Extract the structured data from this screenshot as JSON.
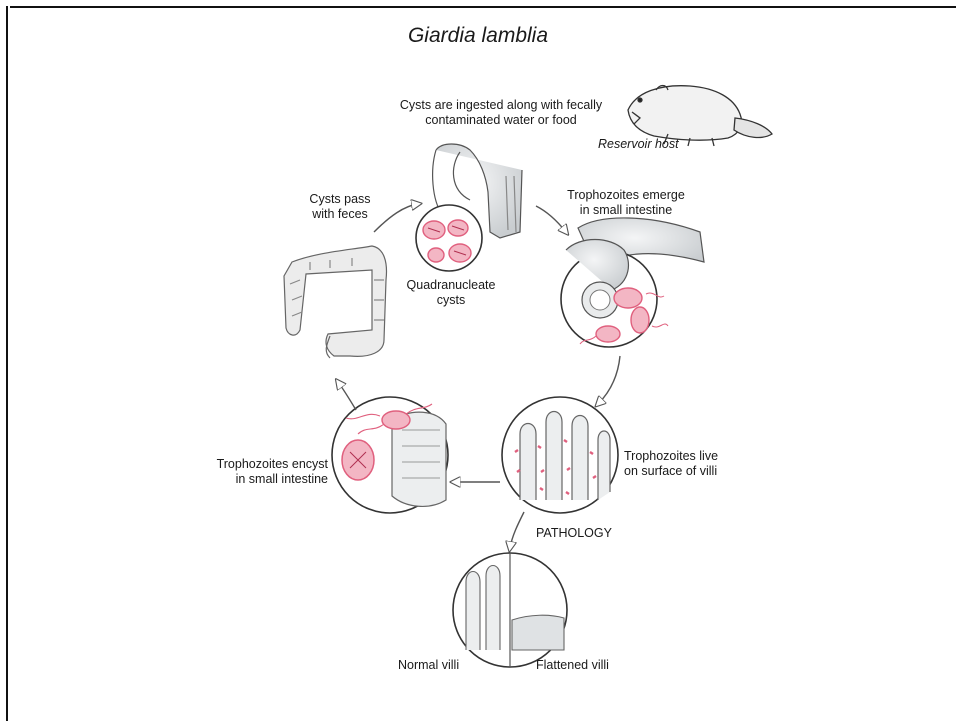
{
  "title": "Giardia lamblia",
  "labels": {
    "ingest_1": "Cysts are ingested along with fecally",
    "ingest_2": "contaminated water or food",
    "reservoir": "Reservoir host",
    "pass_1": "Cysts pass",
    "pass_2": "with feces",
    "emerge_1": "Trophozoites emerge",
    "emerge_2": "in small intestine",
    "quad_1": "Quadranucleate",
    "quad_2": "cysts",
    "live_1": "Trophozoites live",
    "live_2": "on surface of villi",
    "encyst_1": "Trophozoites encyst",
    "encyst_2": "in small intestine",
    "pathology": "PATHOLOGY",
    "normal": "Normal villi",
    "flattened": "Flattened villi"
  },
  "colors": {
    "parasite": "#e0607e",
    "parasite_fill": "#f3b6c4",
    "outline": "#555555",
    "tissue": "#cfd3d6"
  }
}
